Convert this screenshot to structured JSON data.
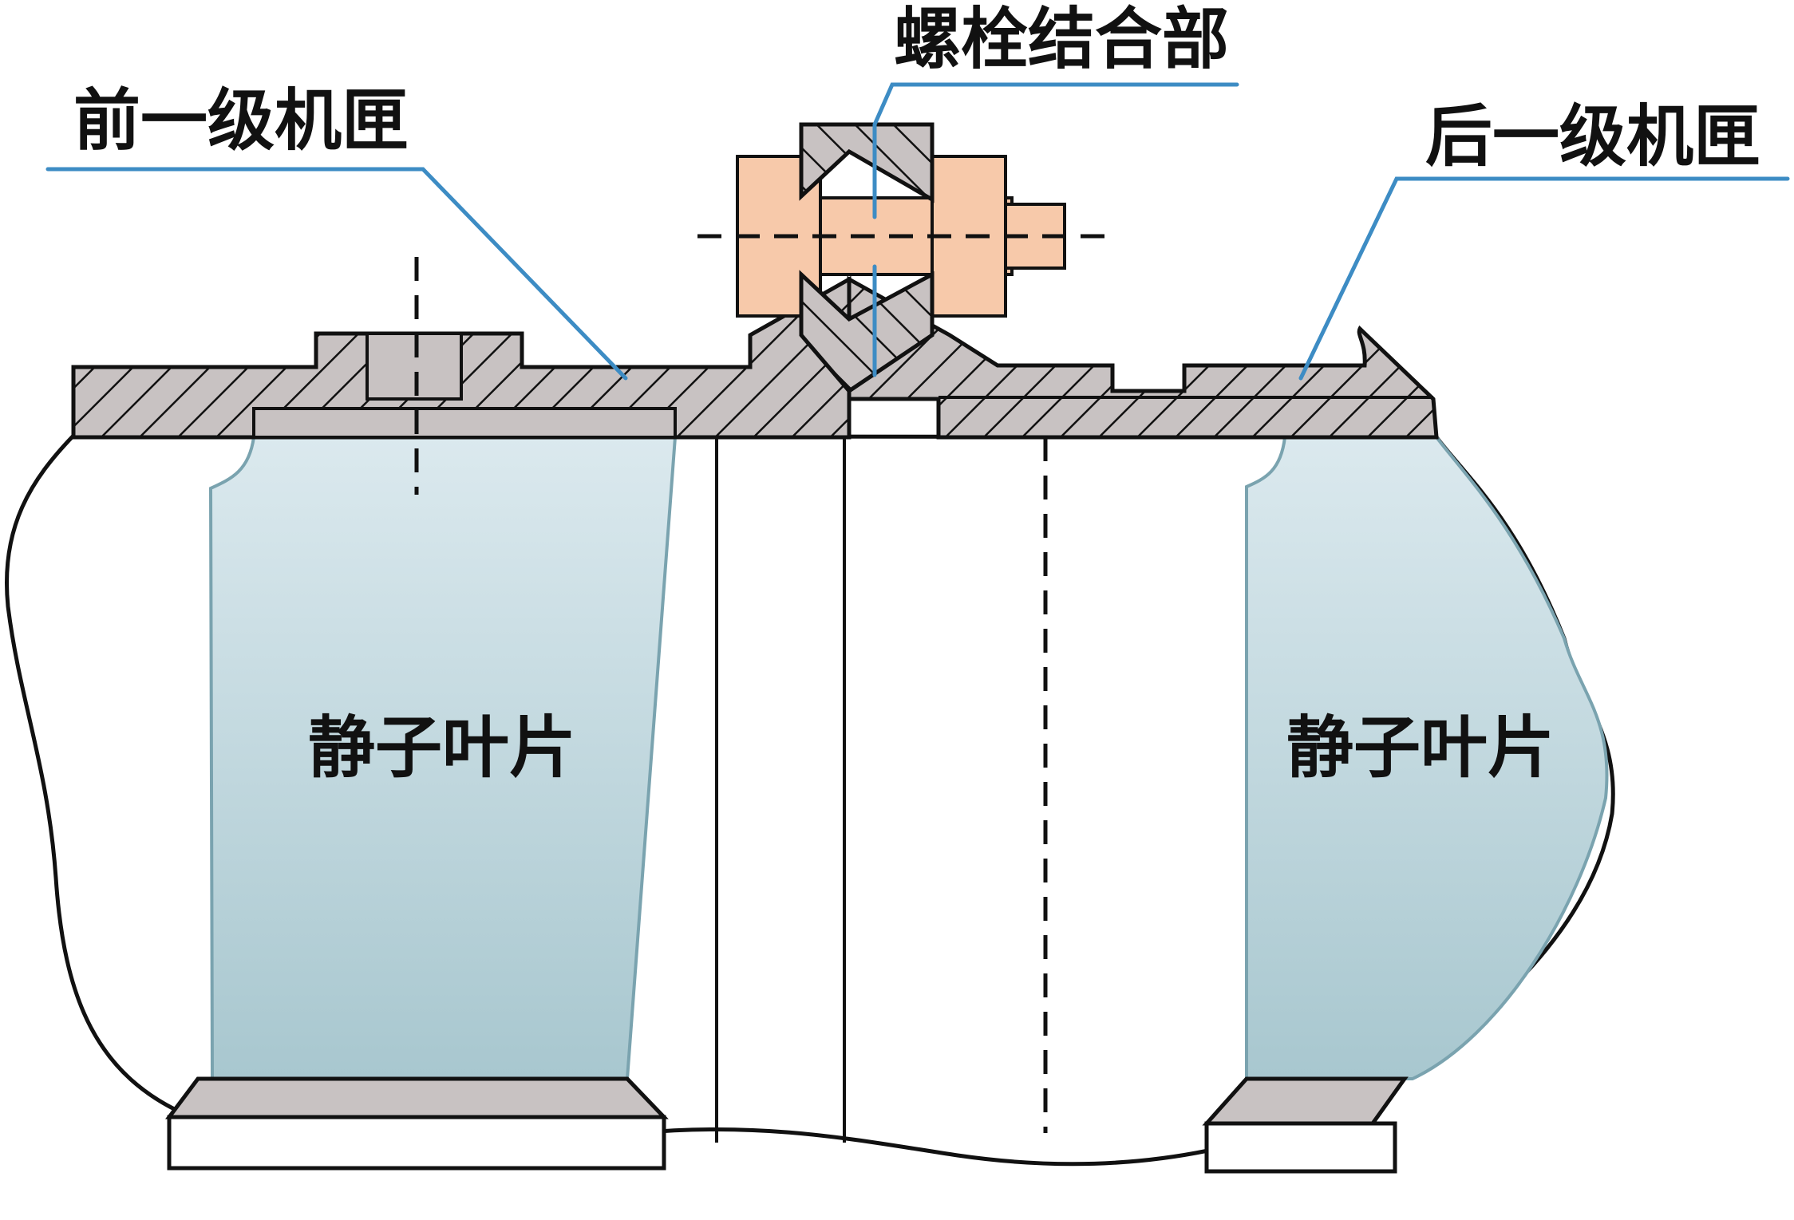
{
  "labels": {
    "bolt_joint": "螺栓结合部",
    "front_casing": "前一级机匣",
    "rear_casing": "后一级机匣",
    "stator_blade_left": "静子叶片",
    "stator_blade_right": "静子叶片"
  },
  "colors": {
    "leader_line": "#3d8cc4",
    "hatch_fill": "#c8c2c2",
    "bolt_fill": "#f7c9aa",
    "blade_fill_top": "#dbe9ee",
    "blade_fill_bottom": "#a8c7cf",
    "outline": "#111111"
  }
}
